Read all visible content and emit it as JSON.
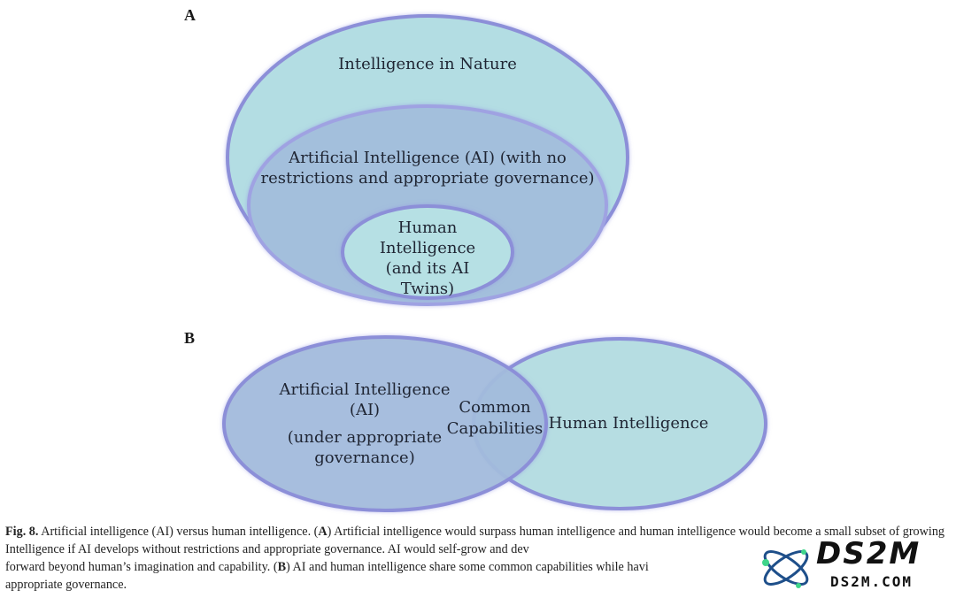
{
  "panel_a": {
    "label": "A",
    "outer": "Intelligence  in Nature",
    "middle_line1": "Artificial  Intelligence  (AI) (with no",
    "middle_line2": "restrictions and  appropriate governance)",
    "inner_line1": "Human",
    "inner_line2": "Intelligence",
    "inner_line3": "(and its AI",
    "inner_line4": "Twins)"
  },
  "panel_b": {
    "label": "B",
    "left_line1": "Artificial  Intelligence",
    "left_line2": "(AI)",
    "left_line3": "(under appropriate",
    "left_line4": "governance)",
    "overlap_line1": "Common",
    "overlap_line2": "Capabilities",
    "right": "Human Intelligence"
  },
  "caption": {
    "fig": "Fig. 8.",
    "t1": " Artificial intelligence (AI) versus human intelligence. (",
    "a": "A",
    "t2": ") Artificial intelligence would surpass human intelligence and human intelligence would become a small subset of growing Intelligence if AI develops without restrictions and appropriate governance. AI would self-grow and dev",
    "t3": "forward beyond human’s imagination and capability. (",
    "b": "B",
    "t4": ") AI and human intelligence share some common capabilities while havi",
    "t5": "appropriate governance."
  },
  "watermark": {
    "logo": "DS2M",
    "url": "DS2M.COM"
  },
  "colors": {
    "outer_fill": "#b3dde3",
    "ai_fill": "#a3bfdc",
    "human_fill": "#b6e0e4",
    "stroke": "#8c8fd8"
  }
}
